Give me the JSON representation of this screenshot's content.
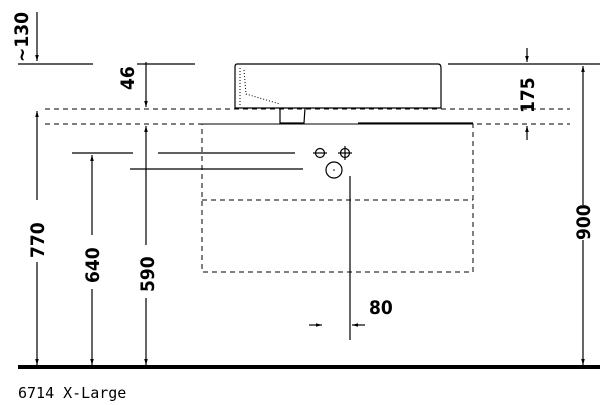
{
  "dimensions": {
    "overhang": "~130",
    "basin_depth": "46",
    "rim_height": "175",
    "total_height": "900",
    "drain_height": "770",
    "pipe_height_1": "640",
    "pipe_height_2": "590",
    "drain_offset": "80"
  },
  "caption": {
    "model": "6714",
    "size": "X-Large"
  }
}
